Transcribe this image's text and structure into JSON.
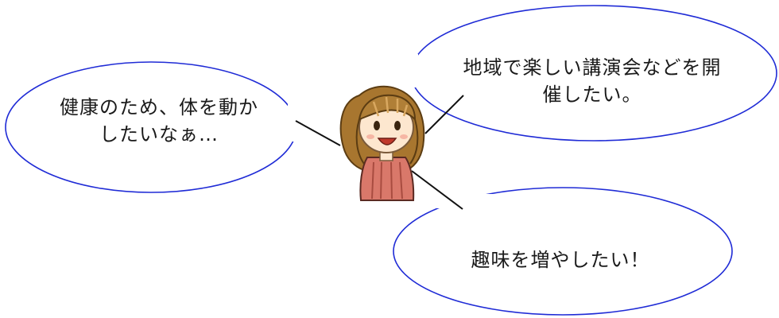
{
  "colors": {
    "bubble_outline": "#1f2bd6",
    "connector_line": "#111111",
    "text": "#1a1a1a",
    "hair": "#a8762f",
    "skin": "#fde7cf",
    "blouse": "#d9786a"
  },
  "figure": {
    "icon": "woman-character-icon"
  },
  "bubbles": {
    "left": {
      "text": "健康のため、体を動か\nしたいなぁ…"
    },
    "right": {
      "text": "地域で楽しい講演会などを開\n催したい。"
    },
    "bottom": {
      "text": "趣味を増やしたい！"
    }
  }
}
